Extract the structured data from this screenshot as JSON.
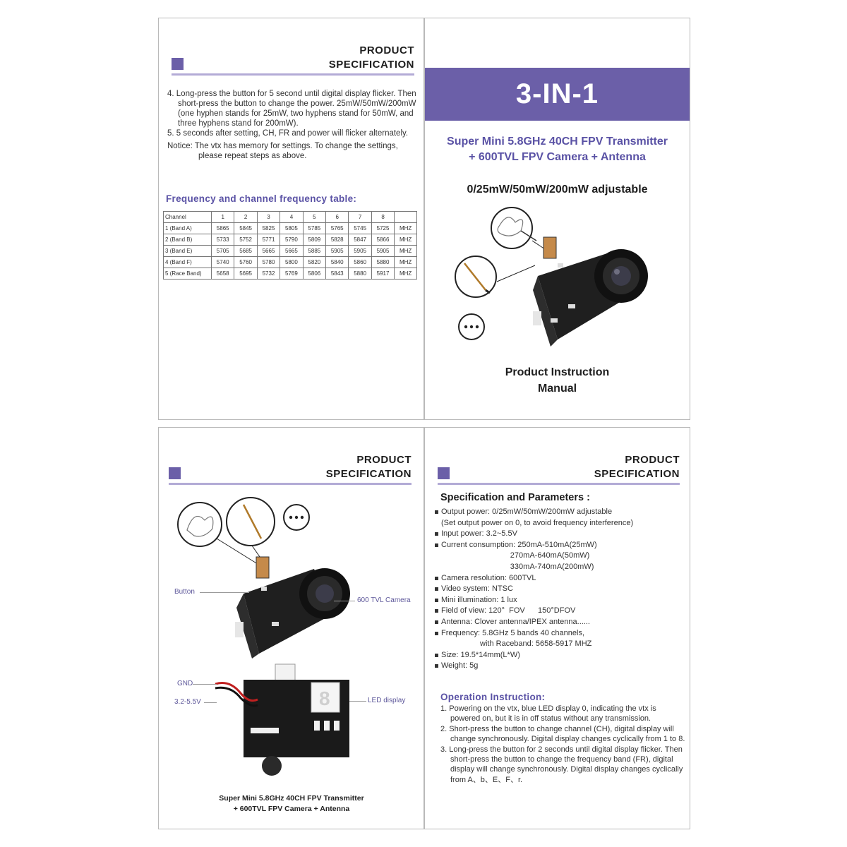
{
  "header": {
    "title_line1": "PRODUCT",
    "title_line2": "SPECIFICATION"
  },
  "top_left": {
    "steps": [
      "4. Long-press the button for 5 second until digital display flicker. Then short-press the button to change the power. 25mW/50mW/200mW (one hyphen stands for 25mW, two hyphens stand for 50mW, and three hyphens stand for 200mW).",
      "5. 5 seconds after setting, CH, FR and power will flicker alternately."
    ],
    "notice": "Notice: The vtx has memory for settings. To change the settings, please repeat steps as above.",
    "table_title": "Frequency and channel frequency table:",
    "table_header": [
      "Channel",
      "1",
      "2",
      "3",
      "4",
      "5",
      "6",
      "7",
      "8",
      ""
    ],
    "table_rows": [
      [
        "1 (Band A)",
        "5865",
        "5845",
        "5825",
        "5805",
        "5785",
        "5765",
        "5745",
        "5725",
        "MHZ"
      ],
      [
        "2 (Band B)",
        "5733",
        "5752",
        "5771",
        "5790",
        "5809",
        "5828",
        "5847",
        "5866",
        "MHZ"
      ],
      [
        "3 (Band E)",
        "5705",
        "5685",
        "5665",
        "5665",
        "5885",
        "5905",
        "5905",
        "5905",
        "MHZ"
      ],
      [
        "4 (Band F)",
        "5740",
        "5760",
        "5780",
        "5800",
        "5820",
        "5840",
        "5860",
        "5880",
        "MHZ"
      ],
      [
        "5 (Race Band)",
        "5658",
        "5695",
        "5732",
        "5769",
        "5806",
        "5843",
        "5880",
        "5917",
        "MHZ"
      ]
    ]
  },
  "cover": {
    "title": "3-IN-1",
    "subtitle_line1": "Super Mini 5.8GHz 40CH FPV Transmitter",
    "subtitle_line2": "+ 600TVL FPV Camera + Antenna",
    "power": "0/25mW/50mW/200mW adjustable",
    "manual_line1": "Product Instruction",
    "manual_line2": "Manual"
  },
  "bottom_left": {
    "label_button": "Button",
    "label_camera": "600 TVL Camera",
    "label_gnd": "GND",
    "label_voltage": "3.2-5.5V",
    "label_led": "LED display",
    "caption_line1": "Super Mini 5.8GHz 40CH FPV Transmitter",
    "caption_line2": "+ 600TVL FPV Camera + Antenna"
  },
  "bottom_right": {
    "spec_title": "Specification and Parameters :",
    "specs": [
      "Output power: 0/25mW/50mW/200mW adjustable",
      "(Set output power on 0, to avoid frequency interference)",
      "Input power: 3.2~5.5V",
      "Current consumption: 250mA-510mA(25mW)",
      "                                270mA-640mA(50mW)",
      "                                330mA-740mA(200mW)",
      "Camera resolution: 600TVL",
      "Video system: NTSC",
      "Mini illumination: 1 lux",
      "Field of view: 120°  FOV      150°DFOV",
      "Antenna: Clover antenna/IPEX antenna......",
      "Frequency: 5.8GHz 5 bands 40 channels,",
      "                  with Raceband: 5658-5917 MHZ",
      "Size: 19.5*14mm(L*W)",
      "Weight: 5g"
    ],
    "op_title": "Operation Instruction:",
    "ops": [
      "1. Powering on the vtx, blue LED display 0, indicating the vtx is powered on, but it is in off status without any transmission.",
      "2. Short-press the button to change channel (CH), digital display will change synchronously. Digital display changes cyclically from 1 to 8.",
      "3. Long-press the button for 2 seconds until digital display flicker. Then short-press the button to change the frequency band (FR), digital display will change synchronously. Digital display changes cyclically from A、b、E、F、r."
    ]
  },
  "colors": {
    "accent": "#6b5fa8",
    "rule": "#b3abd6",
    "heading": "#5a52a5",
    "border": "#b9b9b9"
  },
  "icons": [
    "clover-antenna-icon",
    "ipex-antenna-icon",
    "more-dots-icon",
    "camera-module-image",
    "vtx-board-image"
  ]
}
